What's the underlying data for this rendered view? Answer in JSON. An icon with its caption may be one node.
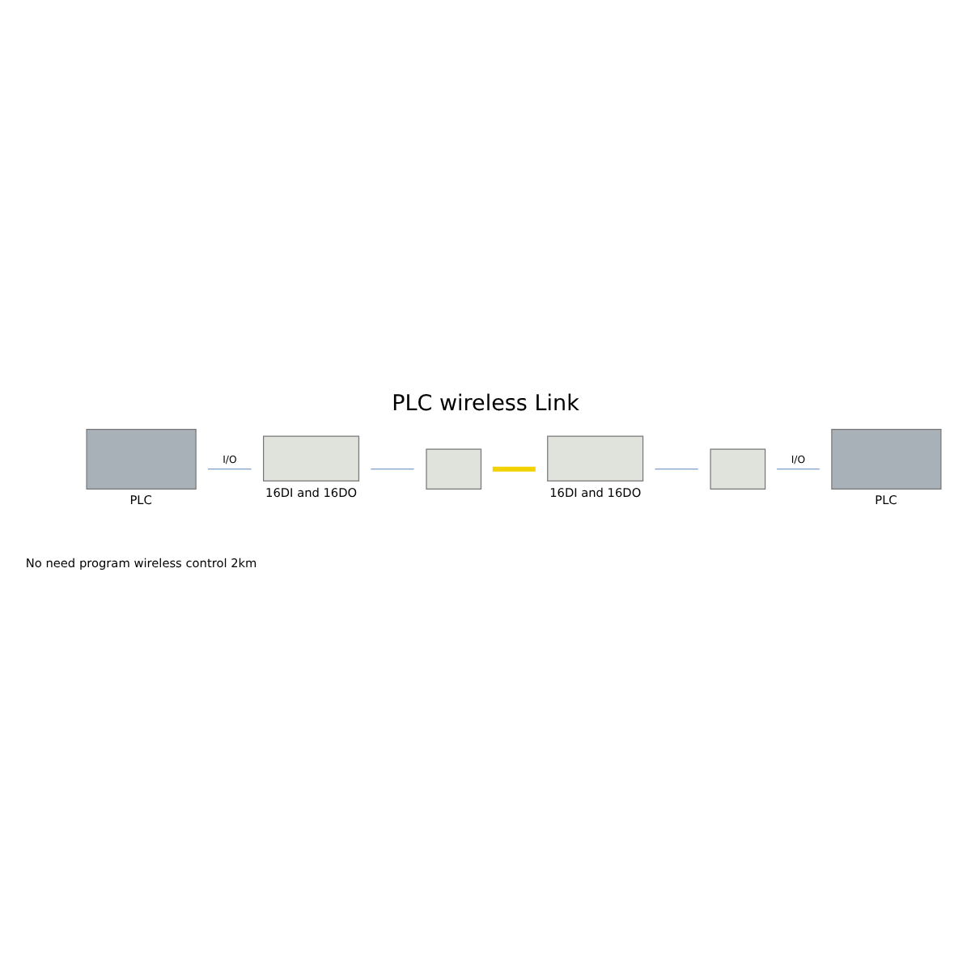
{
  "diagram": {
    "title": "PLC wireless Link",
    "nodes": [
      {
        "text": [],
        "shape": "box",
        "beside": [
          "PLC"
        ]
      },
      {
        "text": [],
        "shape": "box",
        "beside": [
          "16DI and 16DO"
        ]
      },
      {
        "text": [],
        "shape": "box"
      },
      {
        "text": [],
        "shape": "box",
        "beside": [
          "16DI and 16DO"
        ]
      },
      {
        "text": [],
        "shape": "box"
      },
      {
        "text": [],
        "shape": "box",
        "beside": [
          "PLC"
        ]
      }
    ],
    "edges": [
      {
        "from": 0,
        "to": 1,
        "arrow": "none",
        "label": "I/O"
      },
      {
        "from": 1,
        "to": 2,
        "arrow": "none"
      },
      {
        "from": 2,
        "to": 3,
        "arrow": "none",
        "style": "thick",
        "color": "#f2d200"
      },
      {
        "from": 3,
        "to": 4,
        "arrow": "none"
      },
      {
        "from": 4,
        "to": 5,
        "arrow": "none",
        "label": "I/O"
      }
    ],
    "labels": [
      "No need program wireless control 2km"
    ]
  }
}
